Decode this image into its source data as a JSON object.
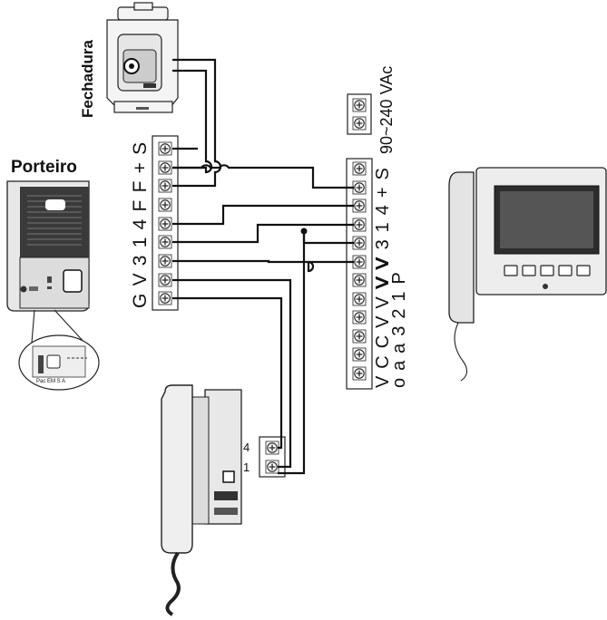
{
  "labels": {
    "fechadura": "Fechadura",
    "porteiro": "Porteiro",
    "power": "90~240 VAc",
    "porteiro_terminals": "G V 3 1 4 F F + S",
    "monitor_right": "V V 3 1 4 + S",
    "monitor_col1": "V C C V V V V",
    "monitor_col2": "o a a 3 2 1 P",
    "handset_pin_4": "4",
    "handset_pin_1": "1"
  },
  "icons": [
    "screw-terminal-icon",
    "door-lock-icon",
    "intercom-panel-icon",
    "video-monitor-icon",
    "interphone-handset-icon"
  ],
  "colors": {
    "line": "#111111",
    "device": "#f4f4f4"
  }
}
